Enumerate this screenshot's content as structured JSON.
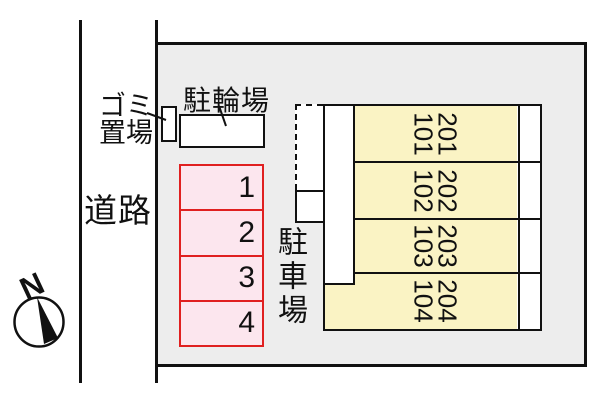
{
  "road": {
    "label": "道路"
  },
  "garbage": {
    "line1": "ゴミ",
    "line2": "置場"
  },
  "bicycle": {
    "label": "駐輪場"
  },
  "parking": {
    "label": "駐車場",
    "spaces": [
      "1",
      "2",
      "3",
      "4"
    ]
  },
  "building": {
    "units": [
      {
        "upper": "201",
        "lower": "101"
      },
      {
        "upper": "202",
        "lower": "102"
      },
      {
        "upper": "203",
        "lower": "103"
      },
      {
        "upper": "204",
        "lower": "104"
      }
    ]
  },
  "compass": {
    "north": "N"
  },
  "colors": {
    "site_fill": "#ededed",
    "unit_fill": "#faf3c4",
    "parking_fill": "#fce6ee",
    "parking_border": "#e02020",
    "line": "#111111"
  }
}
